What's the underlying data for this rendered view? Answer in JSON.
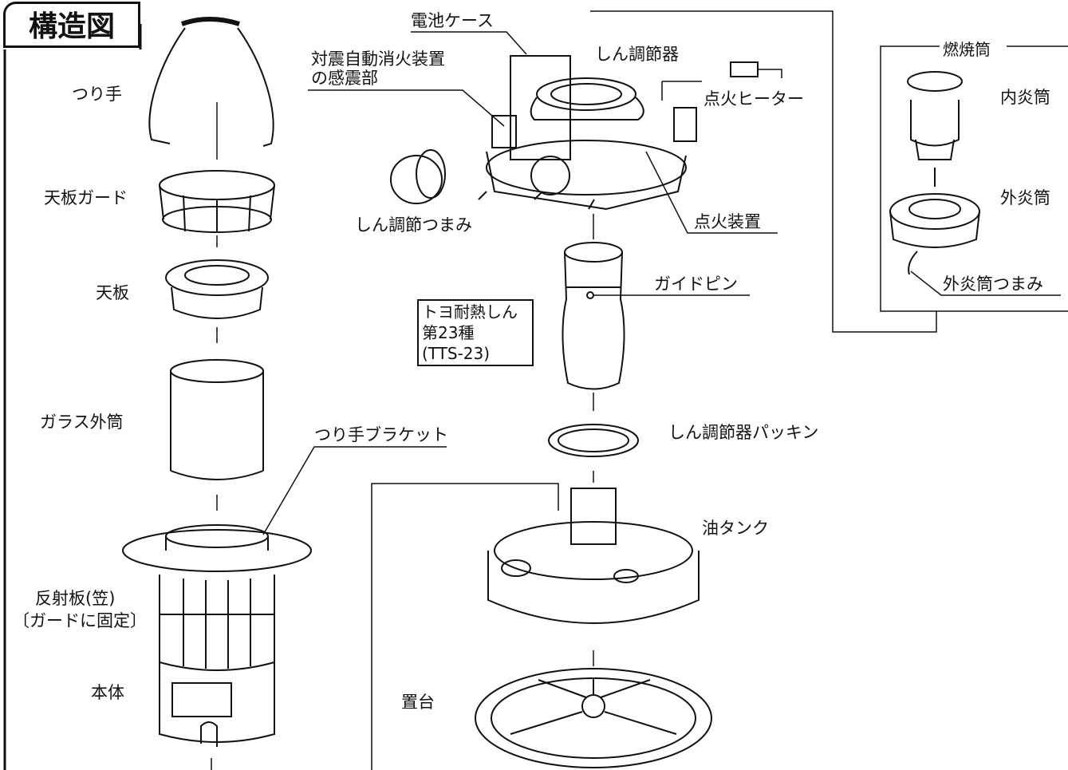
{
  "title": "構造図",
  "labels": {
    "handle": "つり手",
    "top_guard": "天板ガード",
    "top_plate": "天板",
    "glass_cylinder": "ガラス外筒",
    "handle_bracket": "つり手ブラケット",
    "reflector": "反射板(笠)",
    "reflector_note": "〔ガードに固定〕",
    "body": "本体",
    "battery_case": "電池ケース",
    "quake_sensor_1": "対震自動消火装置",
    "quake_sensor_2": "の感震部",
    "wick_adjuster": "しん調節器",
    "igniter_heater": "点火ヒーター",
    "wick_knob": "しん調節つまみ",
    "igniter": "点火装置",
    "guide_pin": "ガイドピン",
    "wick_gasket": "しん調節器パッキン",
    "oil_tank": "油タンク",
    "stand": "置台",
    "combustion_tube": "燃焼筒",
    "inner_tube": "内炎筒",
    "outer_tube": "外炎筒",
    "outer_tube_knob": "外炎筒つまみ"
  },
  "wick_box": {
    "line1": "トヨ耐熱しん",
    "line2": "第23種",
    "line3": "(TTS-23)"
  }
}
